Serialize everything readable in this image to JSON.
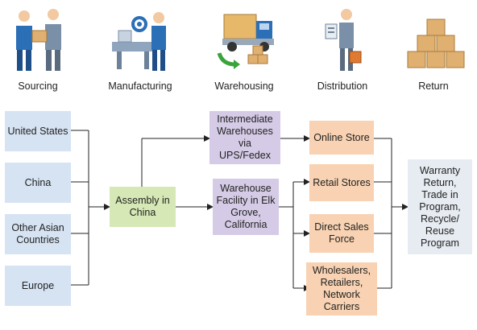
{
  "stages": {
    "sourcing": "Sourcing",
    "manufacturing": "Manufacturing",
    "warehousing": "Warehousing",
    "distribution": "Distribution",
    "return": "Return"
  },
  "icons": [
    "people-exchanging-box-icon",
    "factory-worker-icon",
    "delivery-truck-icon",
    "person-with-clipboard-icon",
    "stacked-boxes-icon"
  ],
  "sources": {
    "us": "United States",
    "china": "China",
    "other_asian": "Other Asian Countries",
    "europe": "Europe"
  },
  "assembly": "Assembly in China",
  "intermediate": "Intermediate Warehouses via UPS/Fedex",
  "warehouse": "Warehouse Facility in Elk Grove, California",
  "channels": {
    "online": "Online Store",
    "retail": "Retail Stores",
    "direct": "Direct Sales Force",
    "wholesalers": "Wholesalers, Retailers, Network Carriers"
  },
  "return_box": "Warranty Return, Trade in Program, Recycle/ Reuse Program",
  "colors": {
    "source_fill": "#d6e3f3",
    "assembly_fill": "#d6e8b5",
    "warehouse_fill": "#d5cbe6",
    "channel_fill": "#f8d2b2",
    "return_fill": "#e7ecf2",
    "line": "#222222"
  }
}
